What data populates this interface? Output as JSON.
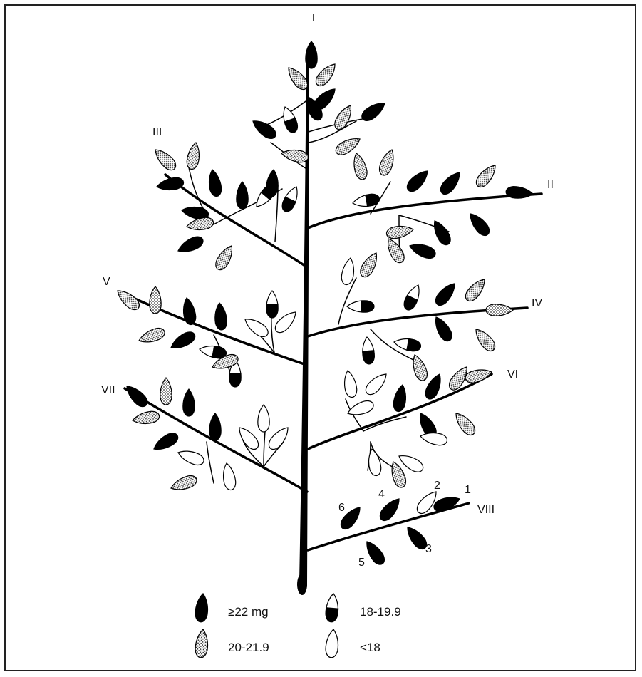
{
  "branches": [
    "I",
    "II",
    "III",
    "IV",
    "V",
    "VI",
    "VII",
    "VIII"
  ],
  "leaf_positions": [
    "1",
    "2",
    "3",
    "4",
    "5",
    "6"
  ],
  "legend": [
    {
      "pattern": "black",
      "label": "≥22 mg"
    },
    {
      "pattern": "half",
      "label": "18-19.9"
    },
    {
      "pattern": "dotted",
      "label": "20-21.9"
    },
    {
      "pattern": "white",
      "label": "<18"
    }
  ]
}
